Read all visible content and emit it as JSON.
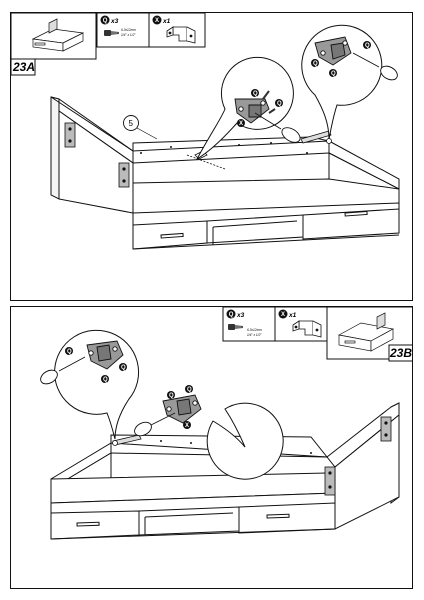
{
  "panel_a": {
    "step": "23A",
    "parts": [
      {
        "letter": "Q",
        "qty": "x3",
        "spec_line1": "6.3x12mm",
        "spec_line2": "1/4\" x 1/2\""
      },
      {
        "letter": "X",
        "qty": "x1"
      }
    ],
    "callout_number": "5",
    "badges": [
      "Q",
      "X",
      "Q"
    ]
  },
  "panel_b": {
    "step": "23B",
    "parts": [
      {
        "letter": "Q",
        "qty": "x3",
        "spec_line1": "6.3x12mm",
        "spec_line2": "1/4\" x 1/2\""
      },
      {
        "letter": "X",
        "qty": "x1"
      }
    ],
    "badges": [
      "Q",
      "X",
      "Q"
    ]
  },
  "icons": {
    "screw": "screw-icon",
    "bracket": "bracket-icon",
    "screwdriver": "screwdriver-icon"
  }
}
